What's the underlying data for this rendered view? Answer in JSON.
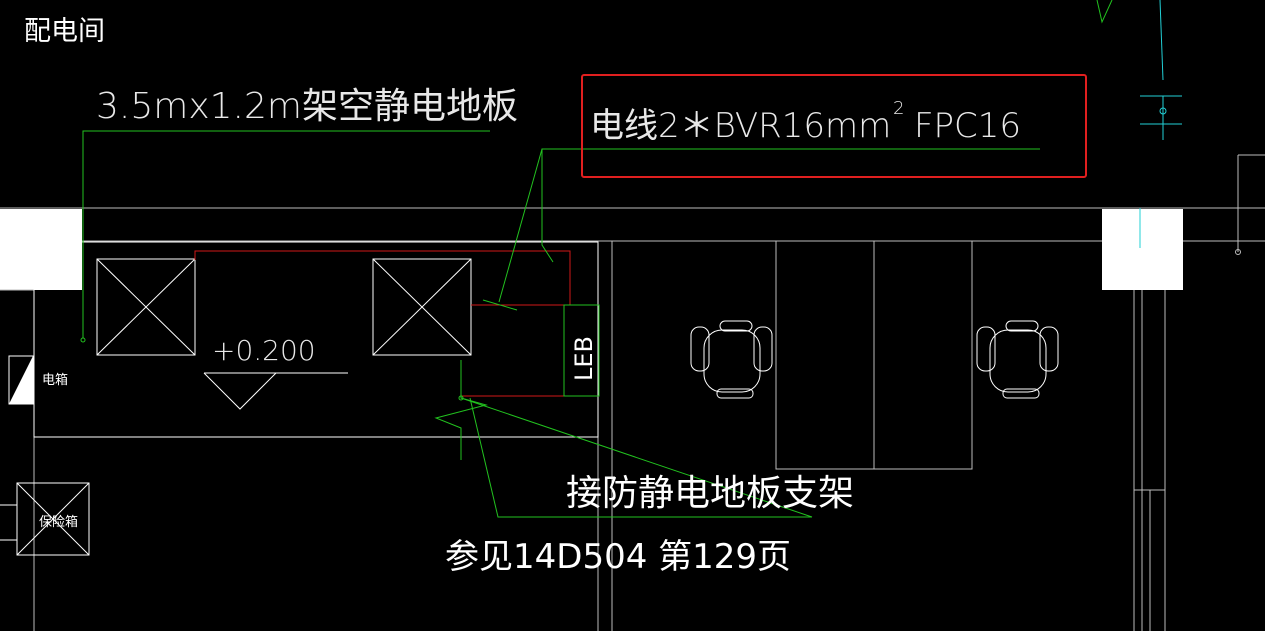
{
  "labels": {
    "room_name": "配电间",
    "floor_label": "3.5mx1.2m架空静电地板",
    "wire_label": "电线2＊BVR16mm",
    "wire_superscript": "2",
    "wire_suffix": "FPC16",
    "elevation": "+0.200",
    "leb_label": "LEB",
    "distribution_box": "电箱",
    "insurance_box": "保险箱",
    "support_label": "接防静电地板支架",
    "reference_label": "参见14D504 第129页"
  },
  "colors": {
    "background": "#000000",
    "line_white": "#ffffff",
    "line_gray": "#bdbdbd",
    "leader_green": "#22c21f",
    "wire_red": "#d01818",
    "highlight_box": "#e11f1f",
    "cyan": "#22d0d6"
  }
}
